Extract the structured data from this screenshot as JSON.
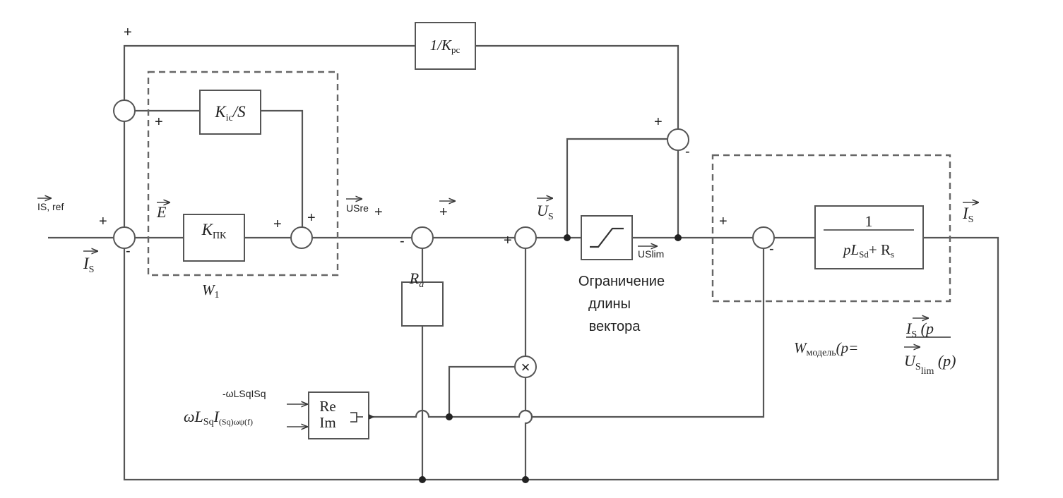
{
  "diagram": {
    "blocks": {
      "inv_kpc": {
        "num": "1/",
        "sym": "K",
        "sub": "рс"
      },
      "kic": {
        "sym": "K",
        "sub": "ic",
        "rest": "/S"
      },
      "kpk": {
        "sym": "K",
        "sub": "ПК"
      },
      "ra": {
        "sym": "R",
        "sub": "a"
      },
      "reim": {
        "line1": "Re",
        "line2": "Im"
      },
      "plant": {
        "num": "1",
        "den_p": "p",
        "den_L": "L",
        "den_Lsub": "Sd",
        "den_plus": "+ R",
        "den_Rsub": "s"
      }
    },
    "signs": {
      "plus": "+",
      "minus": "-"
    },
    "labels": {
      "is_ref": "IS, ref",
      "is_left": "I",
      "is_left_sub": "S",
      "e_vec": "E",
      "usre": "USre",
      "plus_vec": "+",
      "us_sym": "U",
      "us_sub": "S",
      "uslim": "USlim",
      "w1": "W",
      "w1_sub": "1",
      "limit_line1": "Ограничение",
      "limit_line2": "длины",
      "limit_line3": "вектора",
      "is_right": "I",
      "is_right_sub": "S",
      "wmodel_w": "W",
      "wmodel_sub": "модель",
      "wmodel_eq": "(p=",
      "frac_num": "I",
      "frac_num_sub": "S",
      "frac_num_rest": " (p",
      "frac_den": "U",
      "frac_den_sub": "S",
      "frac_den_subsub": "lim",
      "frac_den_rest": " (p)",
      "omega_input1": "-ωLSqISq",
      "omega_w": "ωL",
      "omega_sub1": "Sq",
      "omega_I": "I",
      "omega_sub2": "(Sq)ωψ(f)",
      "multiply": "×"
    }
  }
}
